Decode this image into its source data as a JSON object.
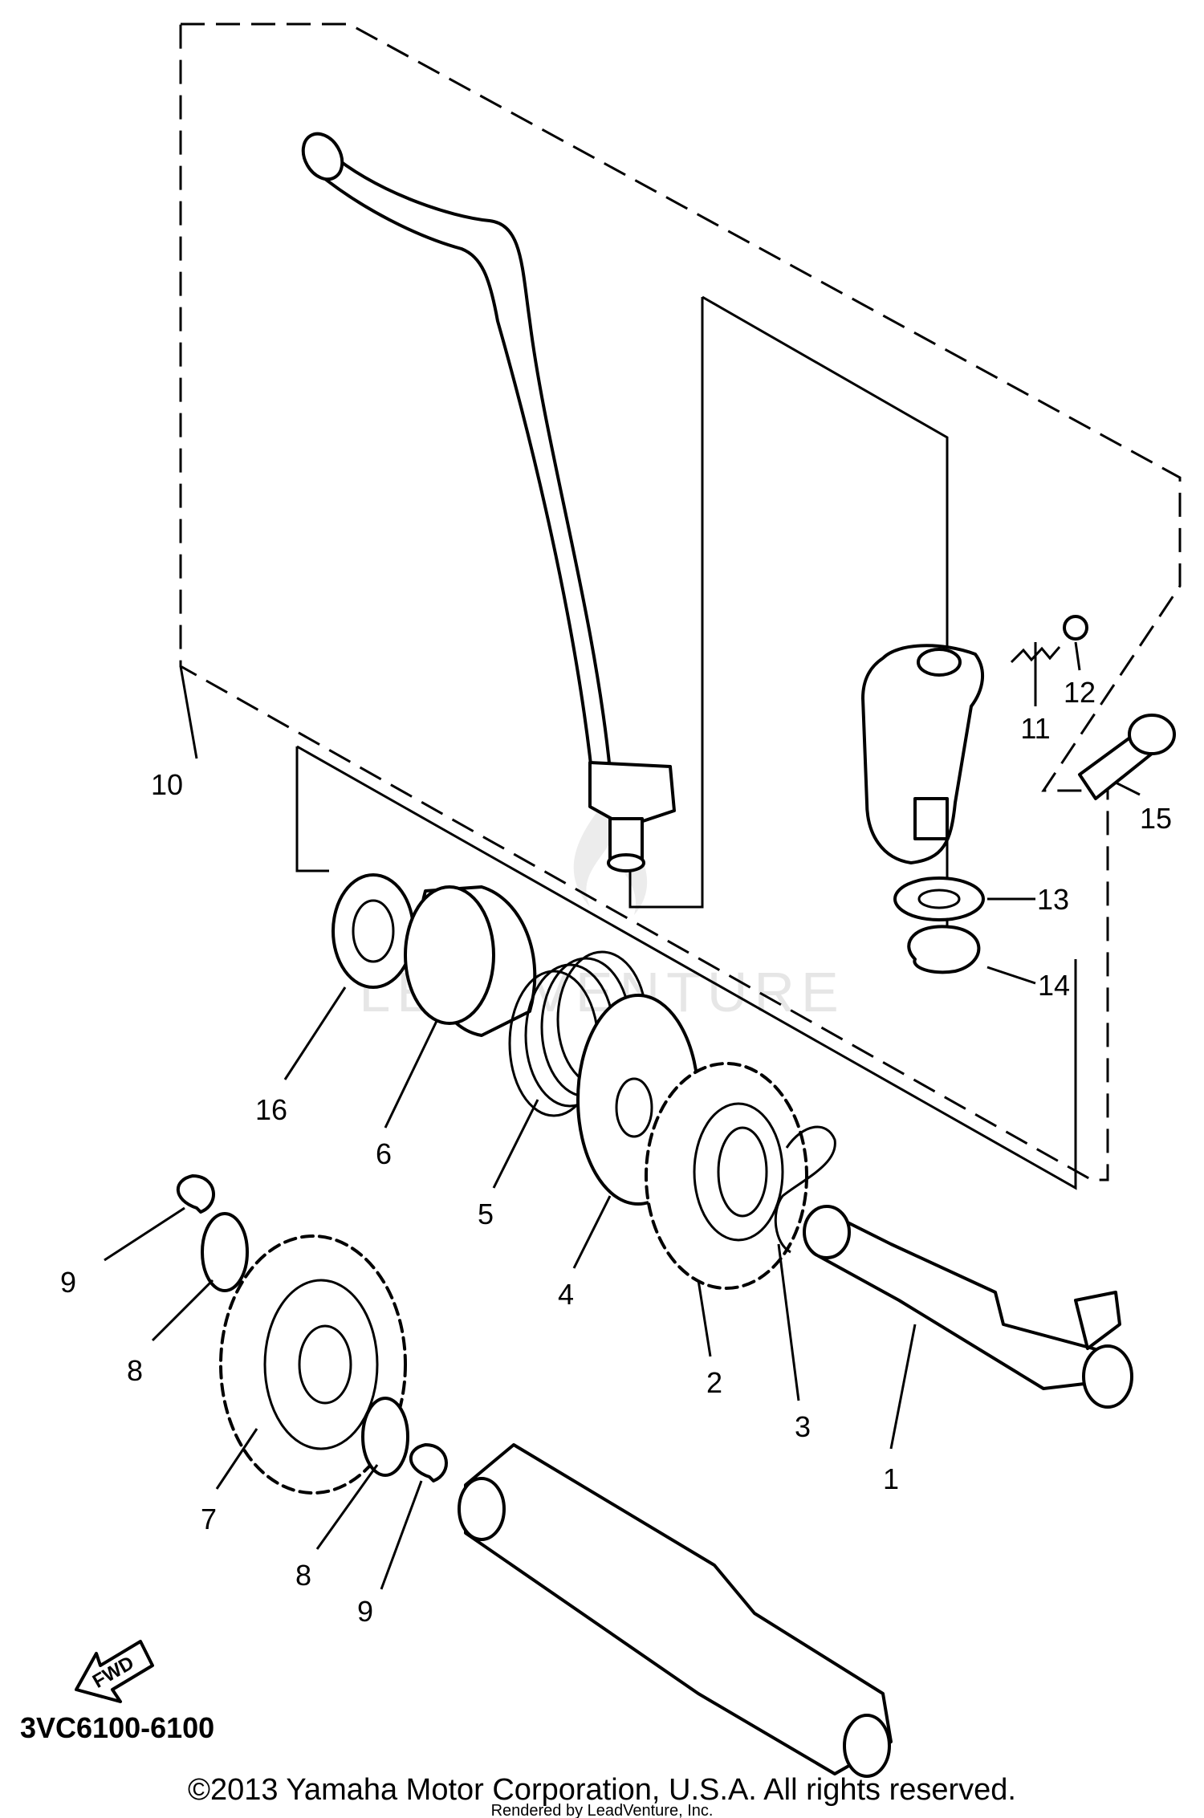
{
  "diagram": {
    "drawing_code": "3VC6100-6100",
    "direction_label": "FWD",
    "copyright": "©2013 Yamaha Motor Corporation, U.S.A. All rights reserved.",
    "rendered_by": "Rendered by LeadVenture, Inc.",
    "watermark": "LEADVENTURE",
    "callouts": [
      "1",
      "2",
      "3",
      "4",
      "5",
      "6",
      "7",
      "8",
      "8",
      "9",
      "9",
      "10",
      "11",
      "12",
      "13",
      "14",
      "15",
      "16"
    ]
  }
}
